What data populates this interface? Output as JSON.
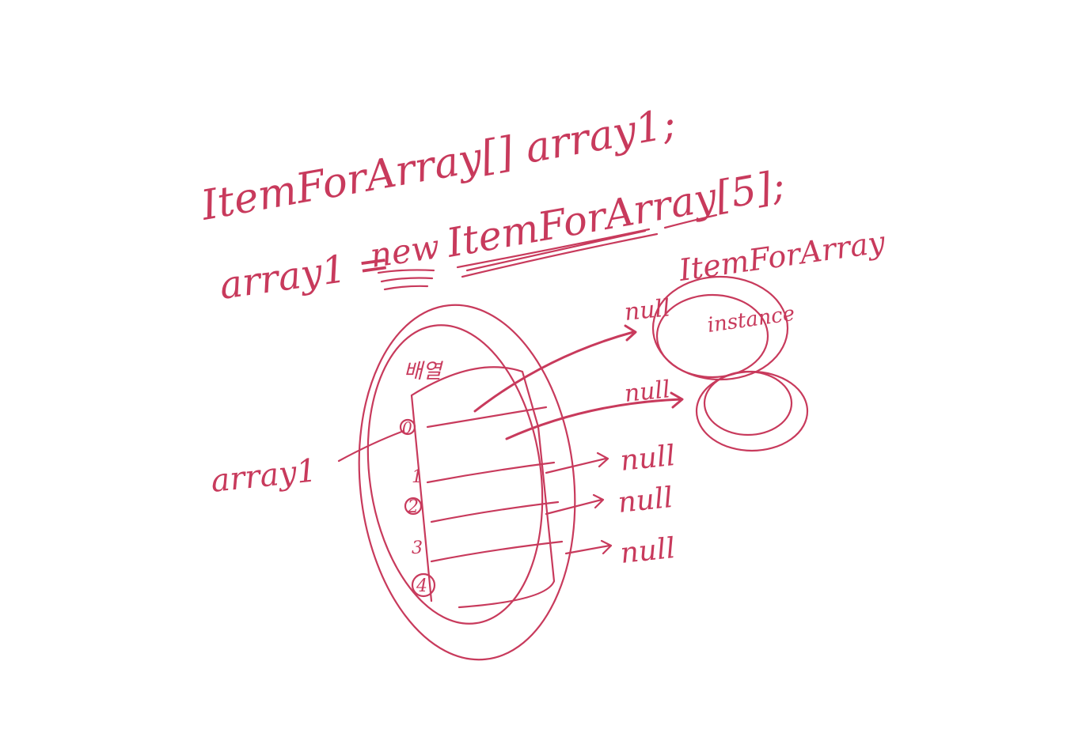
{
  "ink_color": "#c83a5c",
  "background_color": "#ffffff",
  "lines": {
    "declaration": "ItemForArray[] array1;",
    "assignment_lhs": "array1 =",
    "assignment_new": "new",
    "assignment_type": "ItemForArray[5];"
  },
  "labels": {
    "array_var": "array1",
    "block_header": "배열",
    "instance_type": "ItemForArray",
    "instance_word": "instance"
  },
  "slots": [
    "0",
    "1",
    "2",
    "3",
    "4"
  ],
  "nulls": [
    "null",
    "null",
    "null",
    "null",
    "null"
  ]
}
